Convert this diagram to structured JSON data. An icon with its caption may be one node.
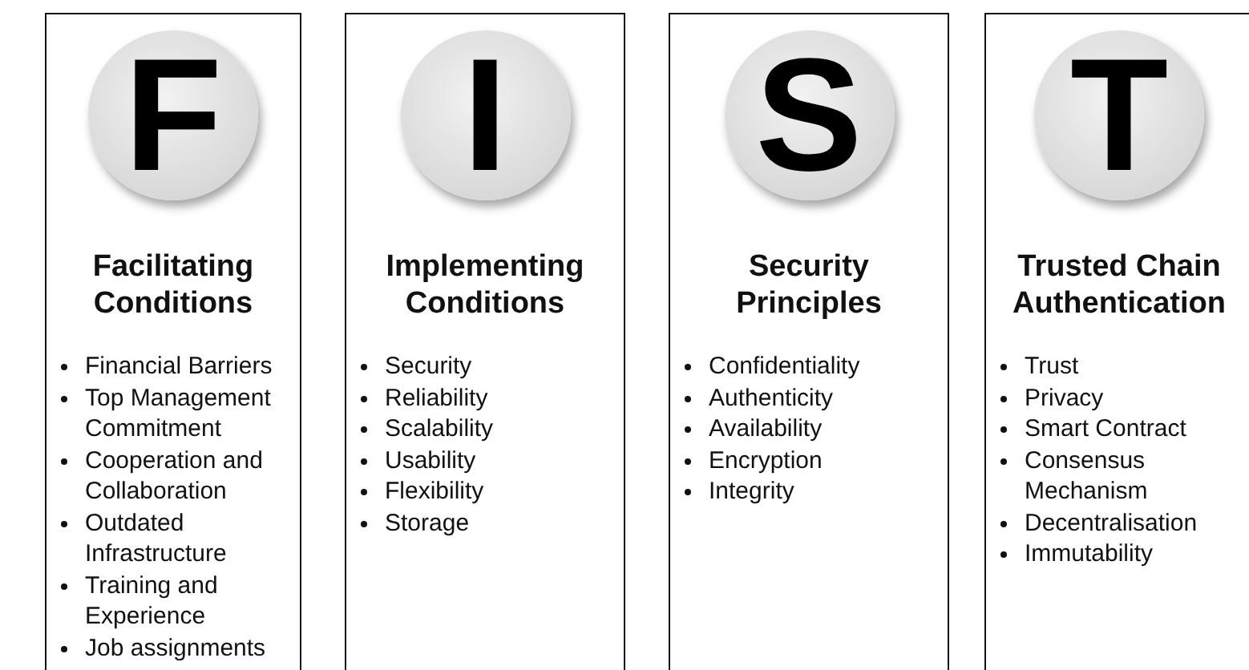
{
  "diagram": {
    "nodes": [
      {
        "text": [
          "Facilitating Conditions",
          "Financial Barriers",
          "Top Management Commitment",
          "Cooperation and Collaboration",
          "Outdated Infrastructure",
          "Training and Experience",
          "Job assignments"
        ]
      },
      {
        "text": [
          "F"
        ],
        "in": 0
      },
      {
        "text": [
          "Implementing Conditions",
          "Security",
          "Reliability",
          "Scalability",
          "Usability",
          "Flexibility",
          "Storage"
        ]
      },
      {
        "text": [
          "I"
        ],
        "in": 2
      },
      {
        "text": [
          "Security Principles",
          "Confidentiality",
          "Authenticity",
          "Availability",
          "Encryption",
          "Integrity"
        ]
      },
      {
        "text": [
          "S"
        ],
        "in": 4
      },
      {
        "text": [
          "Trusted Chain Authentication",
          "Trust",
          "Privacy",
          "Smart Contract",
          "Consensus Mechanism",
          "Decentralisation",
          "Immutability"
        ]
      },
      {
        "text": [
          "T"
        ],
        "in": 6
      }
    ]
  }
}
